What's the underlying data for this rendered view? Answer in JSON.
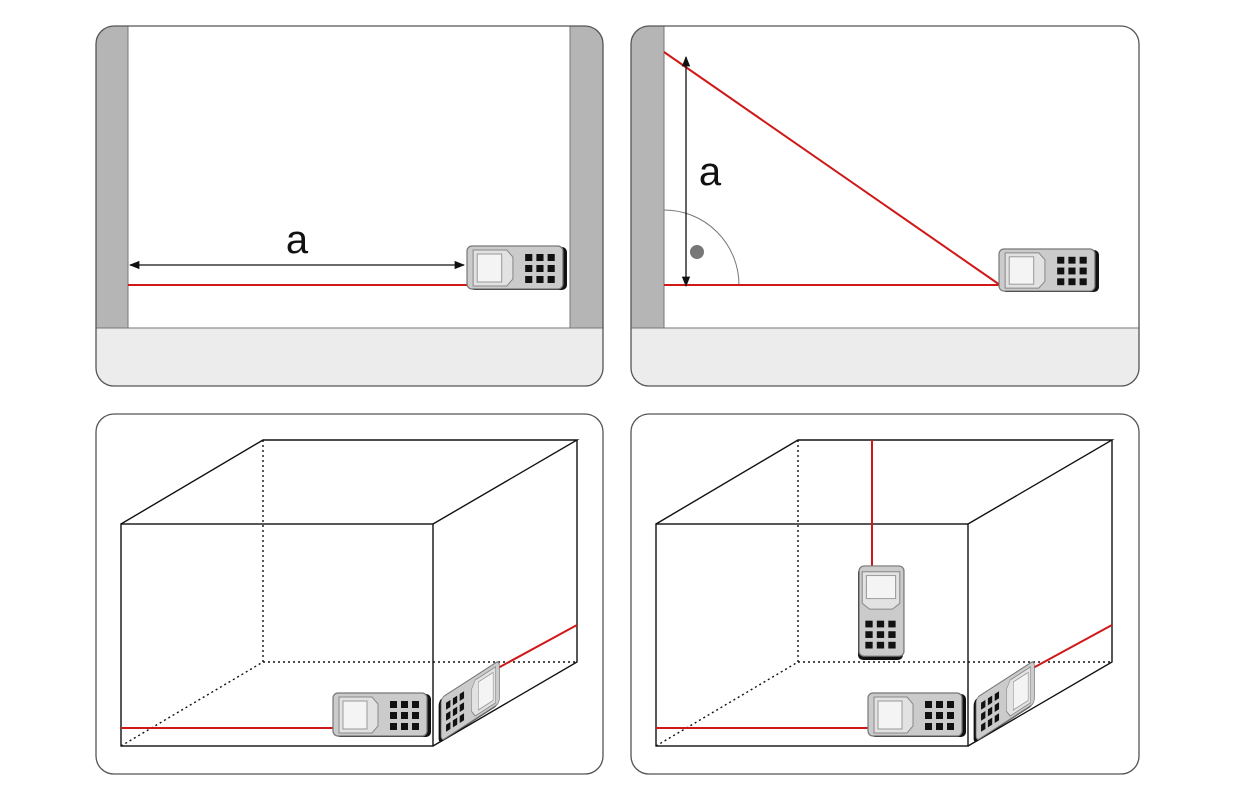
{
  "diagram": {
    "panels": [
      {
        "id": "single-distance",
        "dimension_label": "a"
      },
      {
        "id": "height-indirect",
        "dimension_label": "a"
      },
      {
        "id": "area-measurement"
      },
      {
        "id": "volume-measurement"
      }
    ],
    "colors": {
      "laser": "#d01818",
      "wall": "#b5b5b5",
      "floor": "#ececec",
      "device_body": "#cfcfcf"
    }
  }
}
